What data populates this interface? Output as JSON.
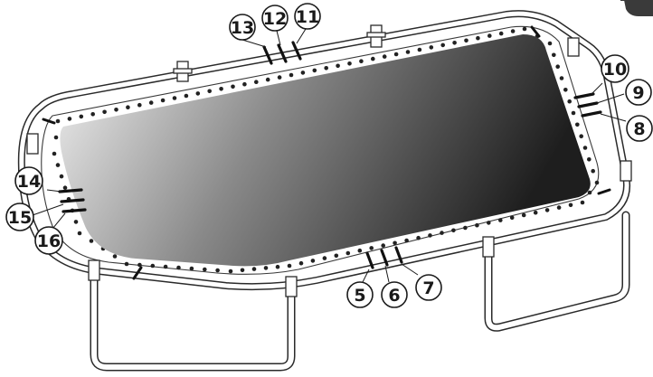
{
  "callouts": {
    "c5": "5",
    "c6": "6",
    "c7": "7",
    "c8": "8",
    "c9": "9",
    "c10": "10",
    "c11": "11",
    "c12": "12",
    "c13": "13",
    "c14": "14",
    "c15": "15",
    "c16": "16"
  },
  "colors": {
    "mat_light": "#f4f4f4",
    "mat_dark": "#1e1e1e",
    "line": "#2a2a2a"
  },
  "icons": {
    "frame": "trampoline-frame-icon",
    "mat": "jumping-mat-icon",
    "spring": "spring-icon",
    "leg": "leg-icon"
  }
}
